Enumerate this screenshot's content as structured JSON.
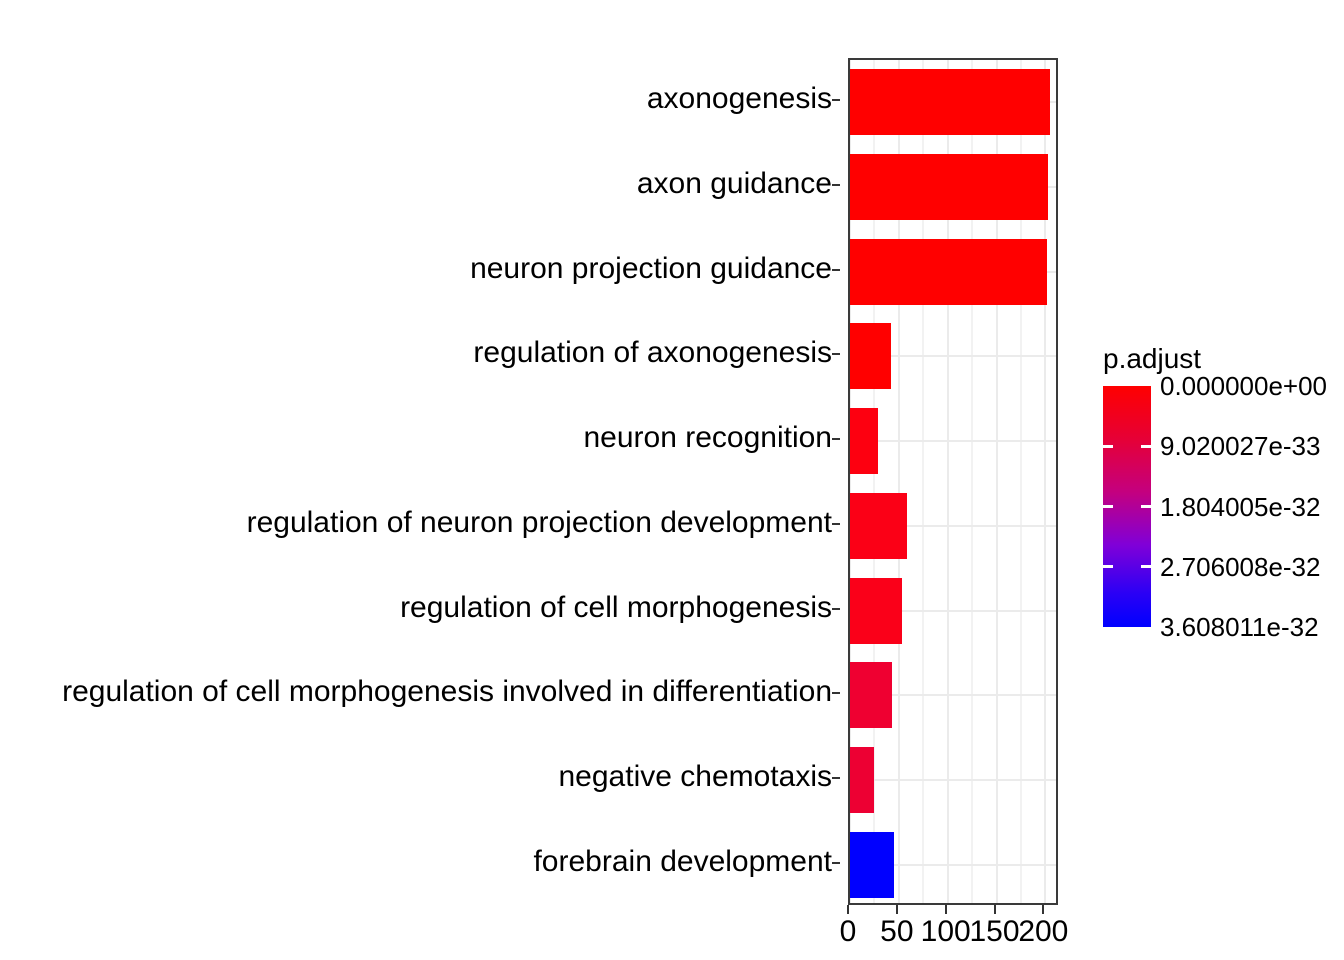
{
  "chart_data": {
    "type": "bar",
    "orientation": "horizontal",
    "title": "",
    "xlabel": "",
    "ylabel": "",
    "categories": [
      "axonogenesis",
      "axon guidance",
      "neuron projection guidance",
      "regulation of axonogenesis",
      "neuron recognition",
      "regulation of neuron projection development",
      "regulation of cell morphogenesis",
      "regulation of cell morphogenesis involved in differentiation",
      "negative chemotaxis",
      "forebrain development"
    ],
    "values": [
      205,
      203,
      202,
      42,
      29,
      58,
      53,
      43,
      25,
      45
    ],
    "bar_colors": [
      "#FF0000",
      "#FF0000",
      "#FF0000",
      "#FF0000",
      "#FD0010",
      "#FB0016",
      "#FA0019",
      "#EF0031",
      "#ED0033",
      "#0000FF"
    ],
    "xlim": [
      0,
      215
    ],
    "xticks": [
      0,
      50,
      100,
      150,
      200
    ],
    "xtick_labels": [
      "0",
      "50",
      "100",
      "150",
      "200"
    ],
    "x_minor_ticks": [
      25,
      75,
      125,
      175
    ],
    "grid": true,
    "grid_color": "#EBEBEB",
    "panel_background": "#FFFFFF",
    "legend_position": "right"
  },
  "legend": {
    "title": "p.adjust",
    "gradient_top_color": "#FF0000",
    "gradient_bottom_color": "#0000FF",
    "keys": [
      {
        "label": "0.000000e+00",
        "value": 0
      },
      {
        "label": "9.020027e-33",
        "value": 9.020027e-33
      },
      {
        "label": "1.804005e-32",
        "value": 1.804005e-32
      },
      {
        "label": "2.706008e-32",
        "value": 2.706008e-32
      },
      {
        "label": "3.608011e-32",
        "value": 3.608011e-32
      }
    ]
  }
}
